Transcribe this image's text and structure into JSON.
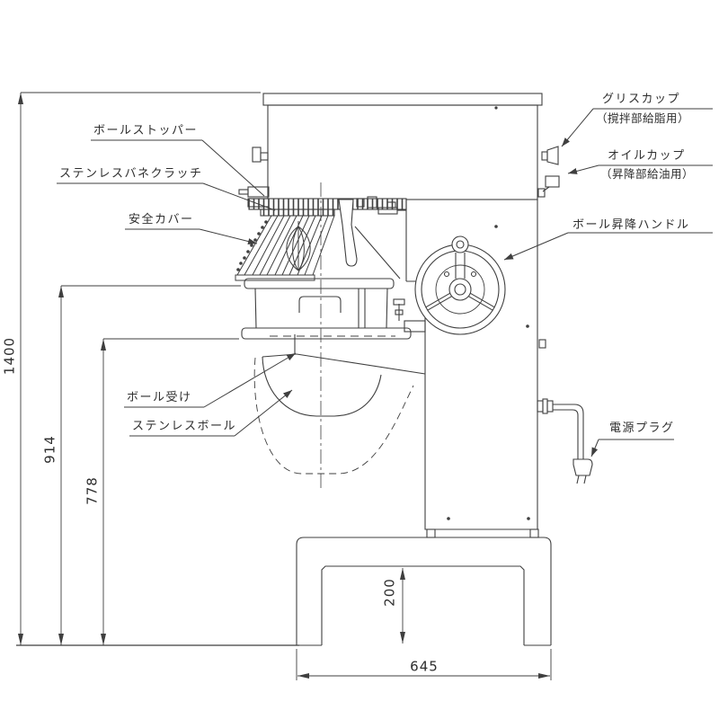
{
  "diagram": {
    "type": "engineering-drawing",
    "subject": "commercial vertical mixer side elevation",
    "part_labels": {
      "bowl_stopper": "ボールストッパー",
      "spring_clutch": "ステンレスバネクラッチ",
      "safety_cover": "安全カバー",
      "bowl_receiver": "ボール受け",
      "stainless_bowl": "ステンレスボール",
      "grease_cup": "グリスカップ",
      "grease_cup_note": "（撹拌部給脂用）",
      "oil_cup": "オイルカップ",
      "oil_cup_note": "（昇降部給油用）",
      "bowl_lift_handle": "ボール昇降ハンドル",
      "power_plug": "電源プラグ"
    },
    "dimensions": {
      "overall_height": "1400",
      "bowl_rim_height": "914",
      "bowl_receiver_height": "778",
      "base_inner_clearance": "200",
      "base_width": "645"
    },
    "line_color": "#3f3f3f",
    "background_color": "#ffffff"
  }
}
